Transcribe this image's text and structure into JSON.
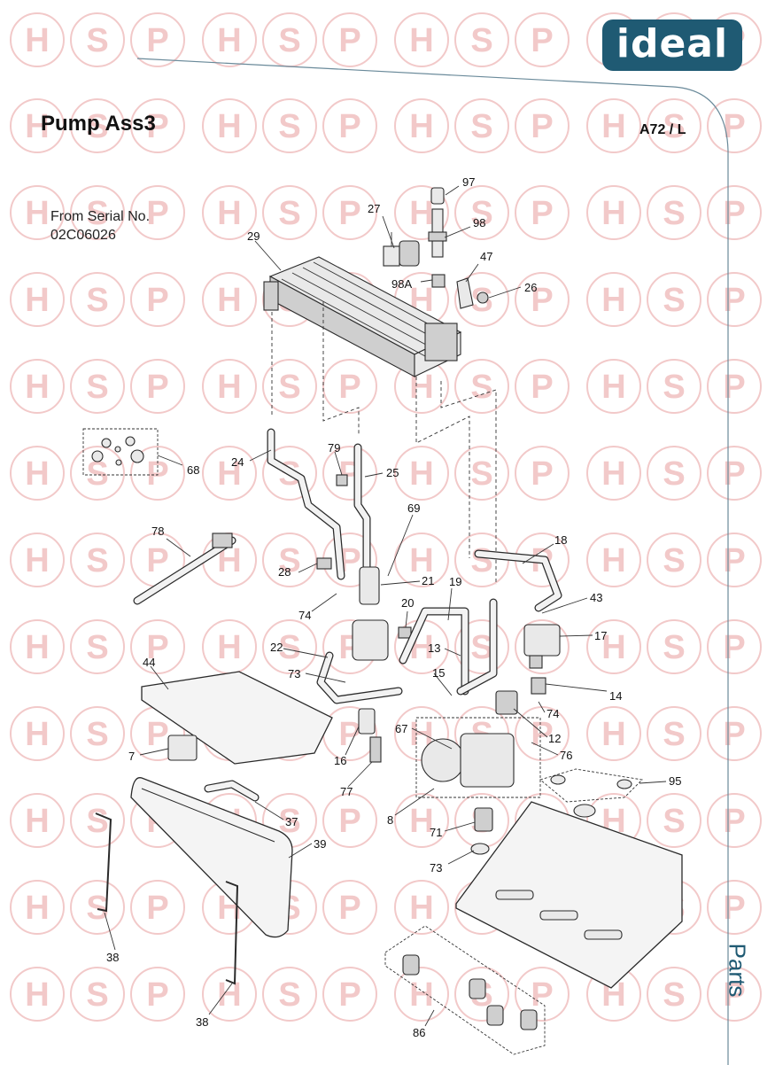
{
  "brand": "ideal",
  "title": "Pump Ass3",
  "model": "A72 / L",
  "serial": {
    "line1": "From Serial No.",
    "line2": "02C06026"
  },
  "section_tab": "Parts",
  "watermark": {
    "letters": [
      "H",
      "S",
      "P"
    ],
    "color": "#f2c9c9"
  },
  "colors": {
    "brand_blue": "#1f5a73",
    "watermark": "#f2c9c9"
  },
  "callouts": {
    "c97": "97",
    "c27": "27",
    "c98": "98",
    "c29": "29",
    "c98a": "98A",
    "c47": "47",
    "c26": "26",
    "c68": "68",
    "c24": "24",
    "c79": "79",
    "c25": "25",
    "c78": "78",
    "c69": "69",
    "c18": "18",
    "c28": "28",
    "c21": "21",
    "c19": "19",
    "c43": "43",
    "c74a": "74",
    "c20": "20",
    "c17": "17",
    "c22": "22",
    "c13": "13",
    "c44": "44",
    "c73a": "73",
    "c15": "15",
    "c14": "14",
    "c74b": "74",
    "c12": "12",
    "c67": "67",
    "c76": "76",
    "c7": "7",
    "c16": "16",
    "c77": "77",
    "c95": "95",
    "c37": "37",
    "c8": "8",
    "c71": "71",
    "c39": "39",
    "c73b": "73",
    "c38a": "38",
    "c38b": "38",
    "c86": "86"
  }
}
